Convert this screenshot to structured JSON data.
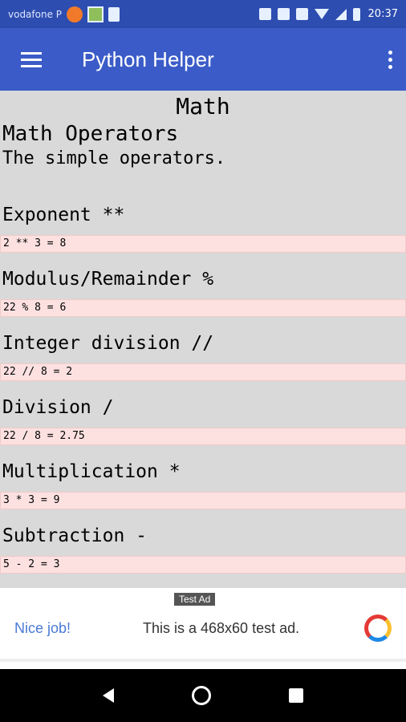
{
  "status_bar": {
    "carrier": "vodafone P",
    "time": "20:37",
    "icons": [
      "firefox-icon",
      "gallery-icon",
      "sd-card-icon",
      "bluetooth-icon",
      "alarm-icon",
      "vibrate-icon",
      "wifi-icon",
      "signal-icon",
      "battery-icon"
    ]
  },
  "app_bar": {
    "title": "Python Helper",
    "menu_icon": "hamburger-menu-icon",
    "overflow_icon": "more-vert-icon"
  },
  "content": {
    "page_heading": "Math",
    "section_title": "Math Operators",
    "section_subtitle": "The simple operators.",
    "operators": [
      {
        "title": "Exponent **",
        "code": "2 ** 3 = 8"
      },
      {
        "title": "Modulus/Remainder %",
        "code": "22 % 8 = 6"
      },
      {
        "title": "Integer division //",
        "code": "22 // 8 = 2"
      },
      {
        "title": "Division /",
        "code": "22 / 8 = 2.75"
      },
      {
        "title": "Multiplication *",
        "code": "3 * 3 = 9"
      },
      {
        "title": "Subtraction -",
        "code": "5 - 2 = 3"
      }
    ]
  },
  "ad": {
    "label": "Test Ad",
    "left_text": "Nice job!",
    "text": "This is a 468x60 test ad."
  },
  "colors": {
    "status_bar": "#2d4db0",
    "app_bar": "#3b5cc8",
    "content_bg": "#d9d9d9",
    "code_bg": "#fde1e1"
  }
}
